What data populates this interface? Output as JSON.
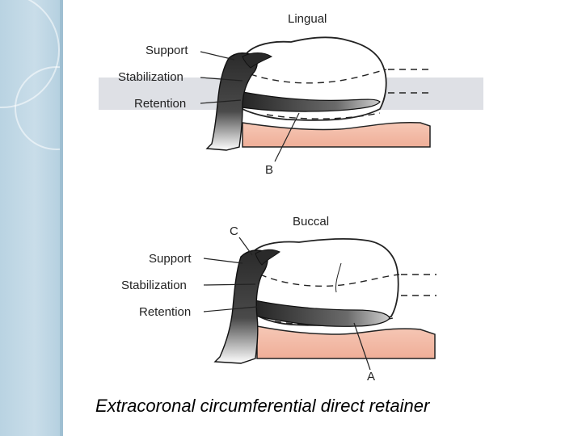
{
  "top": {
    "view_label": "Lingual",
    "support_label": "Support",
    "stabilization_label": "Stabilization",
    "retention_label": "Retention",
    "pointer_label": "B"
  },
  "bottom": {
    "view_label": "Buccal",
    "clasp_label": "C",
    "support_label": "Support",
    "stabilization_label": "Stabilization",
    "retention_label": "Retention",
    "pointer_label": "A"
  },
  "caption": "Extracoronal circumferential direct retainer",
  "colors": {
    "sidebar": "#c2d8e6",
    "gum": "#f2b9a6",
    "clasp_dark": "#1c1c1c",
    "band": "#d8dbe0"
  }
}
